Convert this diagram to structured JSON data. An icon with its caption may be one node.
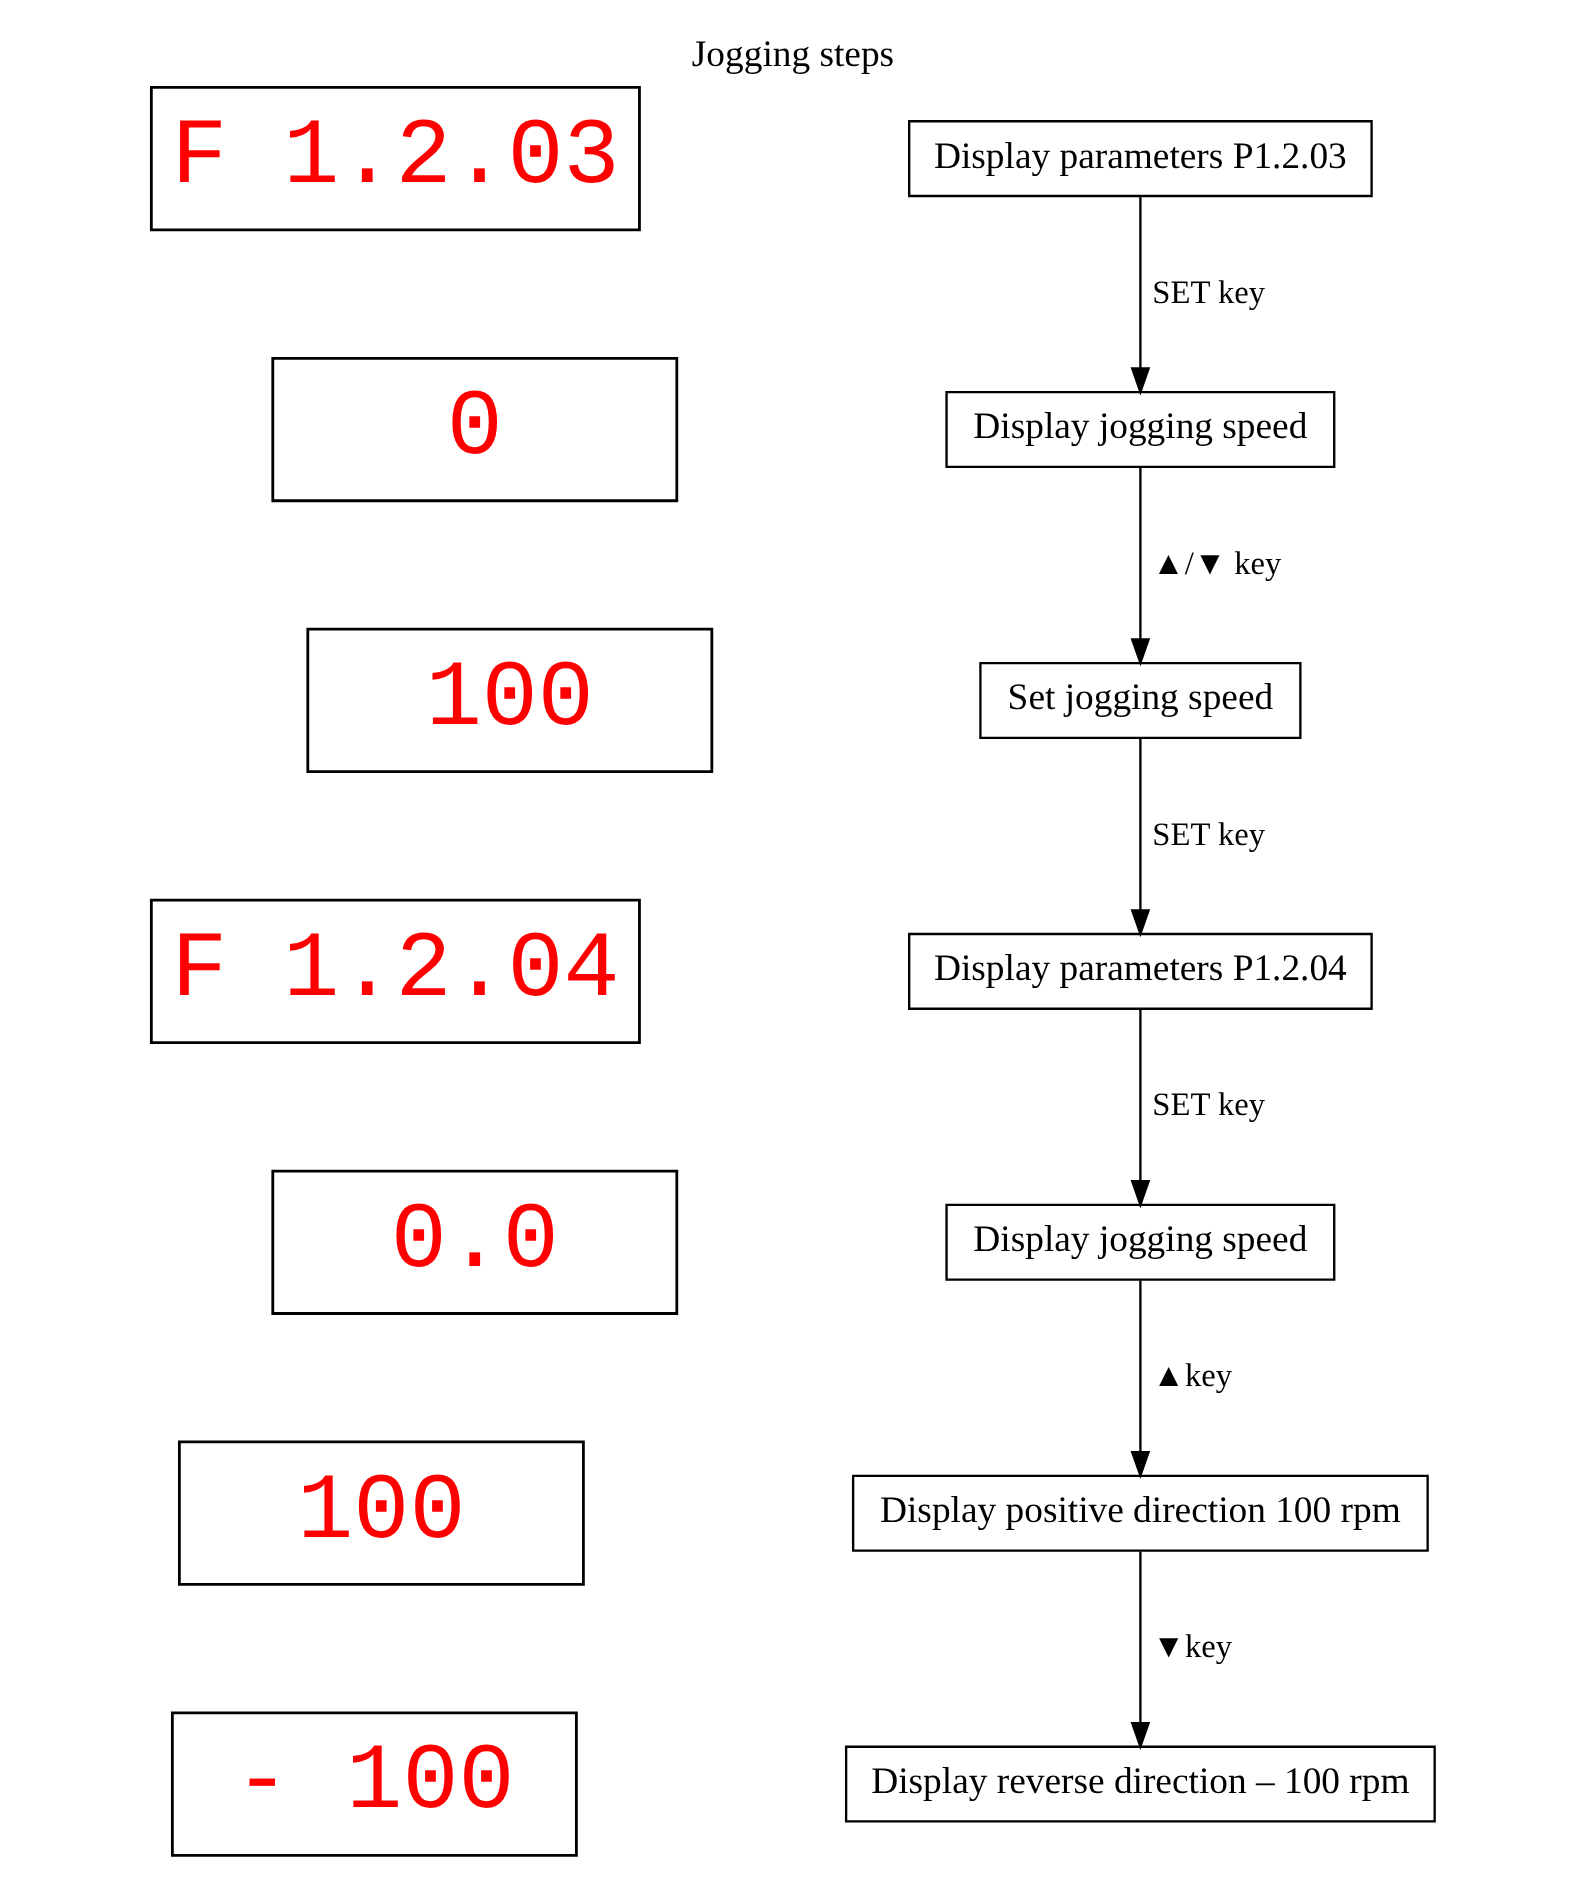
{
  "diagram": {
    "title": "Jogging steps",
    "nodes": [
      {
        "text": [
          "F 1.2.03"
        ]
      },
      {
        "text": [
          "0"
        ]
      },
      {
        "text": [
          "100"
        ]
      },
      {
        "text": [
          "F 1.2.04"
        ]
      },
      {
        "text": [
          "0.0"
        ]
      },
      {
        "text": [
          "100"
        ]
      },
      {
        "text": [
          "- 100"
        ]
      },
      {
        "text": [
          "Display parameters P1.2.03"
        ]
      },
      {
        "text": [
          "Display jogging speed"
        ]
      },
      {
        "text": [
          "Set jogging speed"
        ]
      },
      {
        "text": [
          "Display parameters P1.2.04"
        ]
      },
      {
        "text": [
          "Display jogging speed"
        ]
      },
      {
        "text": [
          "Display positive direction 100 rpm"
        ]
      },
      {
        "text": [
          "Display reverse direction – 100 rpm"
        ]
      }
    ],
    "edges": [
      {
        "from": 7,
        "to": 8,
        "arrow": "to",
        "label": "SET key"
      },
      {
        "from": 8,
        "to": 9,
        "arrow": "to",
        "label": "▲/▼ key"
      },
      {
        "from": 9,
        "to": 10,
        "arrow": "to",
        "label": "SET key"
      },
      {
        "from": 10,
        "to": 11,
        "arrow": "to",
        "label": "SET key"
      },
      {
        "from": 11,
        "to": 12,
        "arrow": "to",
        "label": "▲key"
      },
      {
        "from": 12,
        "to": 13,
        "arrow": "to",
        "label": "▼key"
      }
    ]
  }
}
